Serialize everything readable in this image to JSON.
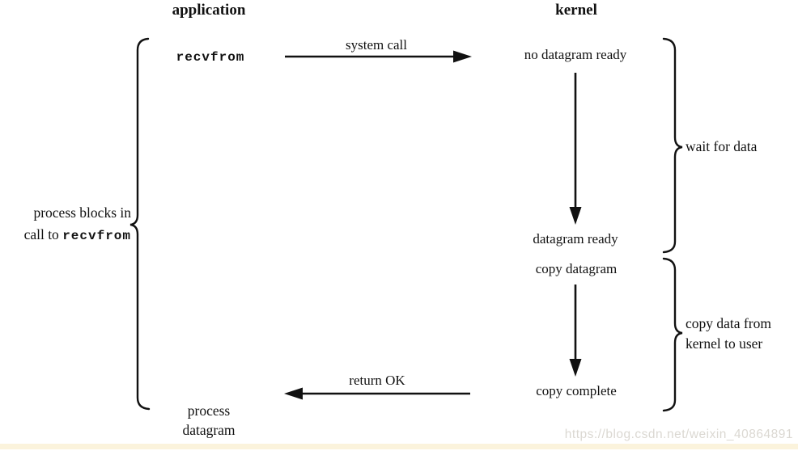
{
  "page": {
    "headers": {
      "application": "application",
      "kernel": "kernel"
    },
    "app_column": {
      "recvfrom_label": "recvfrom",
      "process_datagram_line1": "process",
      "process_datagram_line2": "datagram"
    },
    "kernel_column": {
      "no_datagram_ready": "no datagram ready",
      "datagram_ready": "datagram ready",
      "copy_datagram": "copy datagram",
      "copy_complete": "copy complete"
    },
    "arrows": {
      "system_call": "system call",
      "return_ok": "return OK"
    },
    "left_brace_label": {
      "line1": "process blocks in",
      "line2_prefix": "call to ",
      "line2_code": "recvfrom"
    },
    "right_brace_labels": {
      "wait_for_data": "wait for data",
      "copy_line1": "copy data from",
      "copy_line2": "kernel to user"
    },
    "watermark": "https://blog.csdn.net/weixin_40864891",
    "colors": {
      "ink": "#111111",
      "watermark_text": "#dbd8d2",
      "bottom_band": "#fbf3dc",
      "background": "#ffffff"
    }
  }
}
